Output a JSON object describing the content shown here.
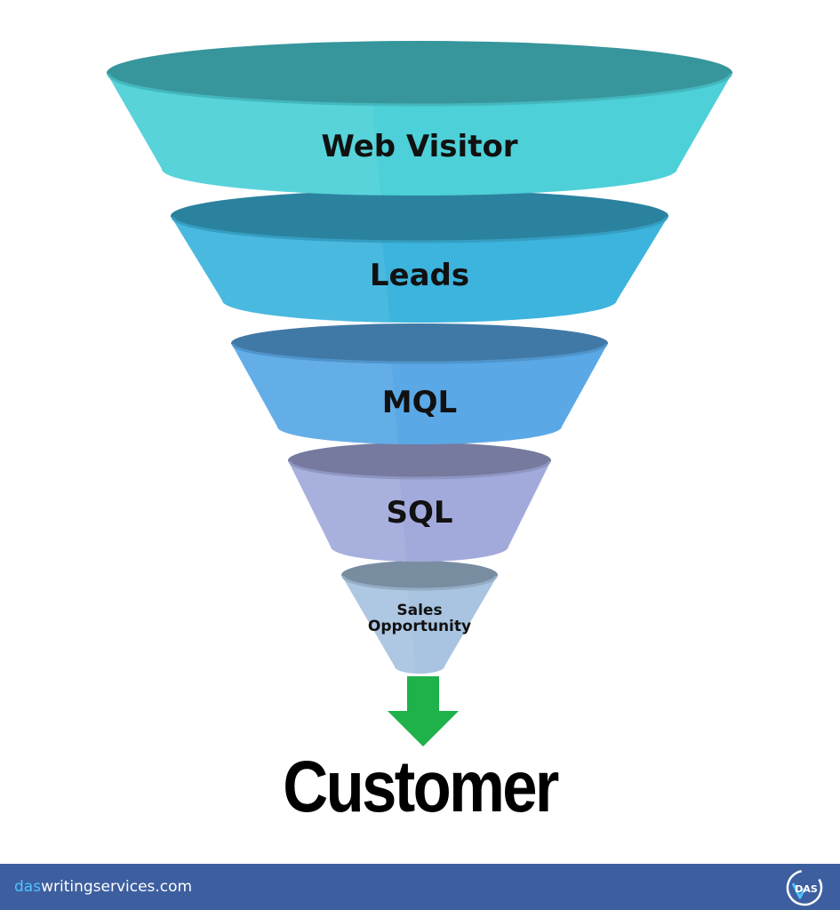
{
  "funnel": {
    "stages": [
      {
        "label": "Web Visitor",
        "color": "#4dd0d8"
      },
      {
        "label": "Leads",
        "color": "#3cb4dd"
      },
      {
        "label": "MQL",
        "color": "#5aa8e6"
      },
      {
        "label": "SQL",
        "color": "#a2aadc"
      },
      {
        "label": [
          "Sales",
          "Opportunity"
        ],
        "color": "#a8c4e0"
      }
    ]
  },
  "arrow": {
    "icon": "arrow-down-icon",
    "color": "#1fb14a"
  },
  "result": {
    "label": "Customer"
  },
  "footer": {
    "site_prefix": "das",
    "site_rest": "writingservices.com",
    "logo_text": "DAS",
    "bar_color": "#3d5fa0"
  }
}
